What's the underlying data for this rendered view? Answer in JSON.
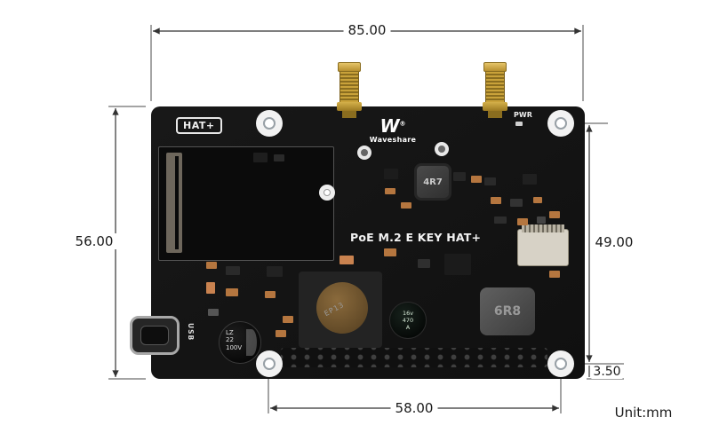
{
  "annotations": {
    "dim_width": "85.00",
    "dim_height": "56.00",
    "dim_hole_span_v": "49.00",
    "dim_hole_span_h": "58.00",
    "dim_hole_edge": "3.50",
    "unit_label": "Unit:mm"
  },
  "board": {
    "hat_badge": "HAT+",
    "logo_mark": "W",
    "logo_reg": "®",
    "brand": "Waveshare",
    "pwr_label": "PWR",
    "title": "PoE M.2 E KEY HAT+",
    "usb_label": "USB"
  },
  "components": {
    "inductor_top": "4R7",
    "inductor_bottom": "6R8",
    "transformer_marking": "EP13",
    "ecap_lines": [
      "LZ",
      "22",
      "100V"
    ],
    "cap_lines": [
      "16v",
      "470",
      "A"
    ]
  }
}
